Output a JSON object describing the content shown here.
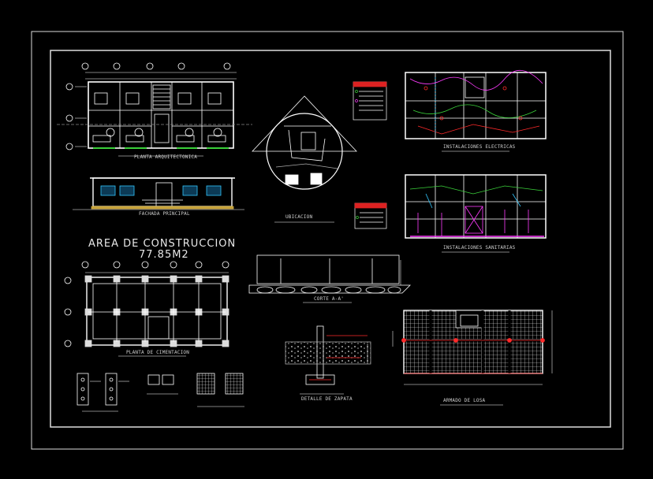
{
  "title": {
    "line1": "AREA DE CONSTRUCCION",
    "line2": "77.85M2"
  },
  "drawings": {
    "planta_arquitectonica": "PLANTA ARQUITECTONICA",
    "fachada_principal": "FACHADA PRINCIPAL",
    "ubicacion": "UBICACION",
    "instalaciones_electricas": "INSTALACIONES ELECTRICAS",
    "instalaciones_sanitarias": "INSTALACIONES SANITARIAS",
    "planta_cimentacion": "PLANTA DE CIMENTACION",
    "corte": "CORTE A-A'",
    "detalle_zapata": "DETALLE DE ZAPATA",
    "armado_losa": "ARMADO DE LOSA"
  },
  "colors": {
    "background": "#000000",
    "lines": "#ffffff",
    "accent_red": "#ff2a2a",
    "accent_green": "#3ad13a",
    "accent_magenta": "#ff3cff",
    "accent_cyan": "#33c8ff",
    "accent_yellow": "#e8d23a"
  }
}
